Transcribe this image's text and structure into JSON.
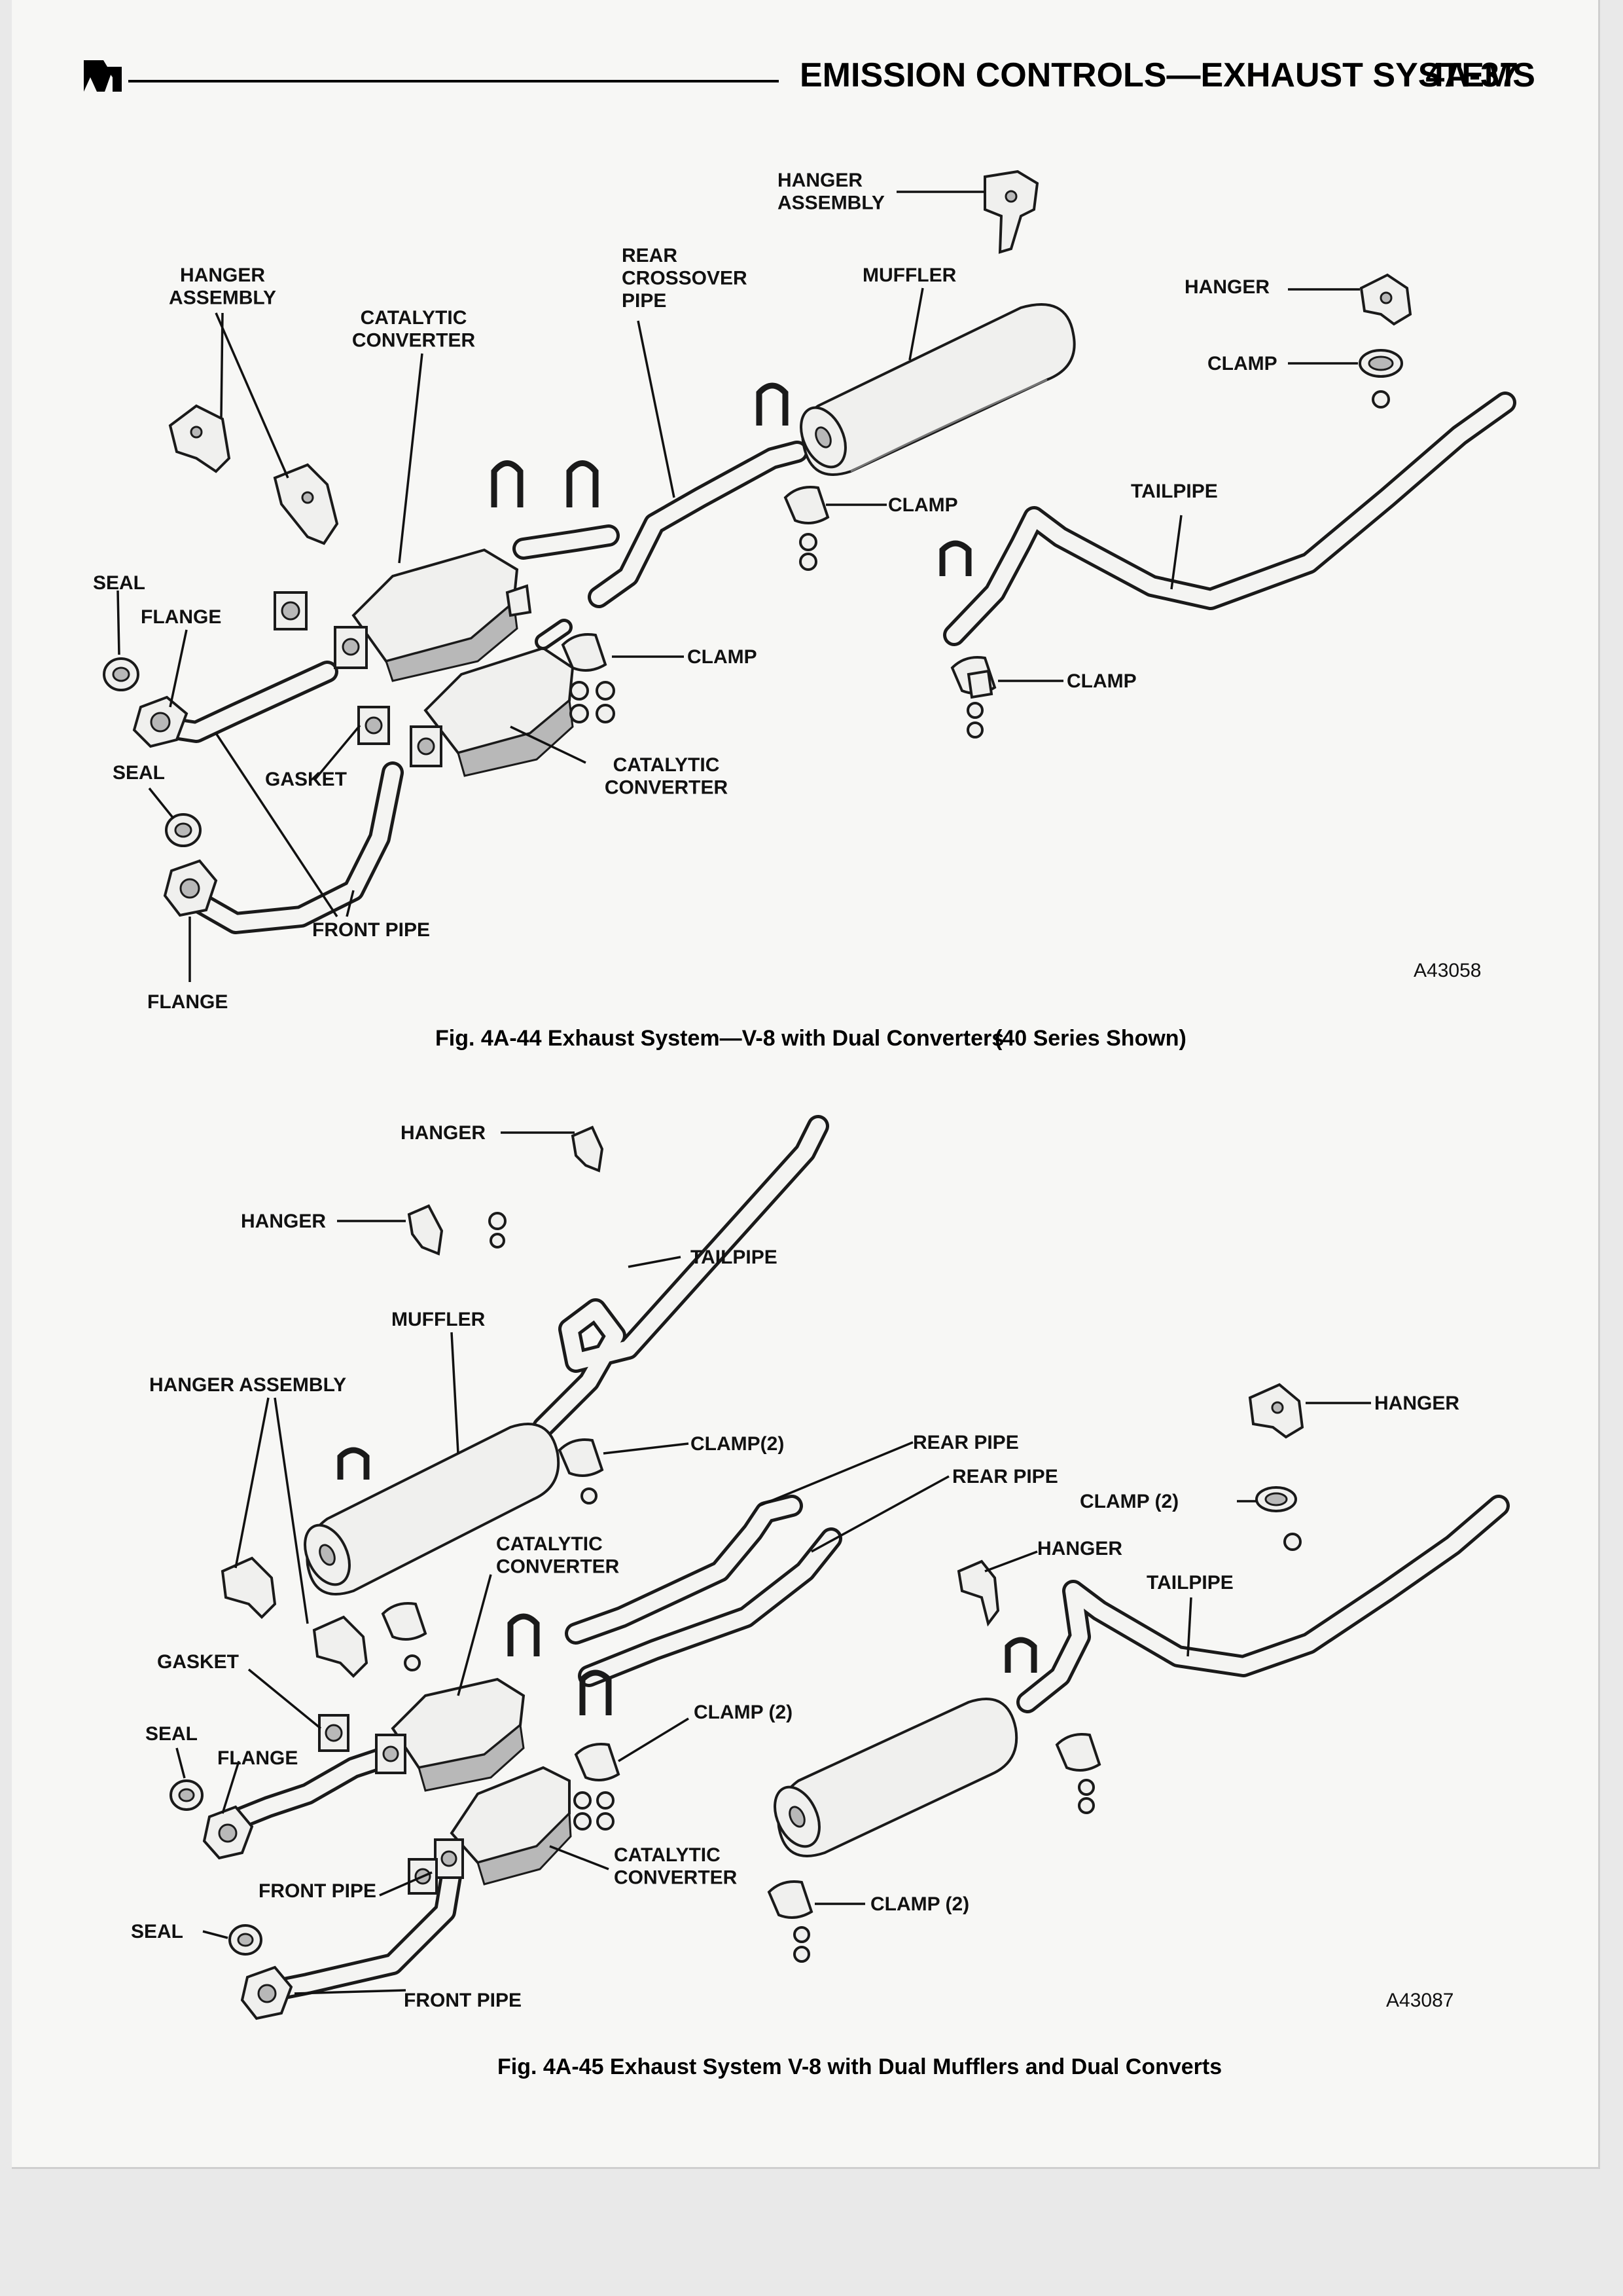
{
  "header": {
    "title": "EMISSION CONTROLS—EXHAUST SYSTEMS",
    "page_number": "4A-37"
  },
  "figure_top": {
    "caption": "Fig. 4A-44 Exhaust System—V-8 with Dual Converters",
    "caption_note": "(40 Series Shown)",
    "code": "A43058",
    "labels": {
      "hanger_assembly_left": "HANGER\nASSEMBLY",
      "catalytic_converter_top": "CATALYTIC\nCONVERTER",
      "rear_crossover_pipe": "REAR\nCROSSOVER\nPIPE",
      "hanger_assembly_top": "HANGER\nASSEMBLY",
      "muffler": "MUFFLER",
      "hanger": "HANGER",
      "clamp_right": "CLAMP",
      "tailpipe": "TAILPIPE",
      "clamp_center": "CLAMP",
      "seal_upper": "SEAL",
      "flange_upper": "FLANGE",
      "clamp_mid": "CLAMP",
      "clamp_tail": "CLAMP",
      "seal_lower": "SEAL",
      "gasket": "GASKET",
      "catalytic_converter_bottom": "CATALYTIC\nCONVERTER",
      "front_pipe": "FRONT PIPE",
      "flange_lower": "FLANGE"
    }
  },
  "figure_bottom": {
    "caption": "Fig. 4A-45 Exhaust System V-8 with Dual Mufflers and Dual Converts",
    "code": "A43087",
    "labels": {
      "hanger_1": "HANGER",
      "hanger_2": "HANGER",
      "tailpipe_left": "TAILPIPE",
      "muffler": "MUFFLER",
      "hanger_assembly": "HANGER ASSEMBLY",
      "clamp_2_top": "CLAMP(2)",
      "rear_pipe_1": "REAR PIPE",
      "rear_pipe_2": "REAR PIPE",
      "hanger_right": "HANGER",
      "clamp_2_right": "CLAMP (2)",
      "hanger_mid": "HANGER",
      "tailpipe_right": "TAILPIPE",
      "catalytic_converter_1": "CATALYTIC\nCONVERTER",
      "gasket": "GASKET",
      "clamp_2_mid": "CLAMP (2)",
      "seal_1": "SEAL",
      "flange": "FLANGE",
      "catalytic_converter_2": "CATALYTIC\nCONVERTER",
      "front_pipe_1": "FRONT PIPE",
      "clamp_2_bottom": "CLAMP (2)",
      "seal_2": "SEAL",
      "front_pipe_2": "FRONT PIPE"
    }
  }
}
